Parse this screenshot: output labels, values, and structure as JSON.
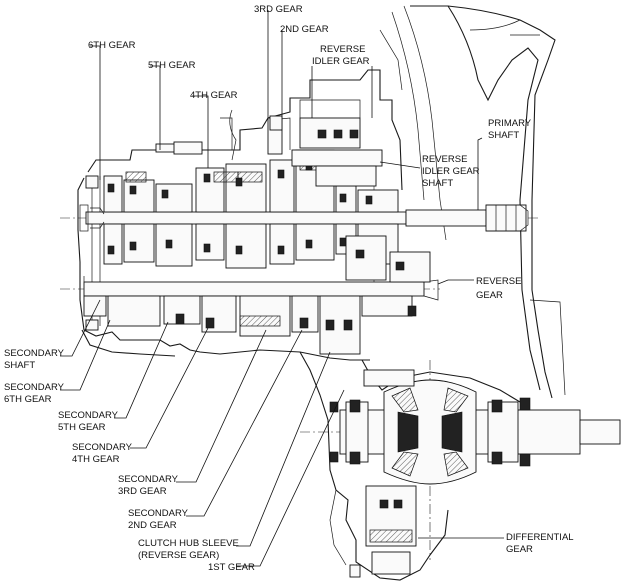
{
  "labels": {
    "third_gear": "3RD GEAR",
    "second_gear": "2ND GEAR",
    "sixth_gear": "6TH GEAR",
    "reverse_idler_gear_1": "REVERSE",
    "reverse_idler_gear_2": "IDLER GEAR",
    "fifth_gear": "5TH GEAR",
    "fourth_gear": "4TH GEAR",
    "primary_shaft_1": "PRIMARY",
    "primary_shaft_2": "SHAFT",
    "reverse_idler_shaft_1": "REVERSE",
    "reverse_idler_shaft_2": "IDLER GEAR",
    "reverse_idler_shaft_3": "SHAFT",
    "reverse_gear_1": "REVERSE",
    "reverse_gear_2": "GEAR",
    "secondary_shaft_1": "SECONDARY",
    "secondary_shaft_2": "SHAFT",
    "secondary_6th_1": "SECONDARY",
    "secondary_6th_2": "6TH GEAR",
    "secondary_5th_1": "SECONDARY",
    "secondary_5th_2": "5TH GEAR",
    "secondary_4th_1": "SECONDARY",
    "secondary_4th_2": "4TH GEAR",
    "secondary_3rd_1": "SECONDARY",
    "secondary_3rd_2": "3RD GEAR",
    "secondary_2nd_1": "SECONDARY",
    "secondary_2nd_2": "2ND GEAR",
    "clutch_hub_1": "CLUTCH HUB SLEEVE",
    "clutch_hub_2": "(REVERSE GEAR)",
    "first_gear": "1ST GEAR",
    "differential_1": "DIFFERENTIAL",
    "differential_2": "GEAR"
  }
}
